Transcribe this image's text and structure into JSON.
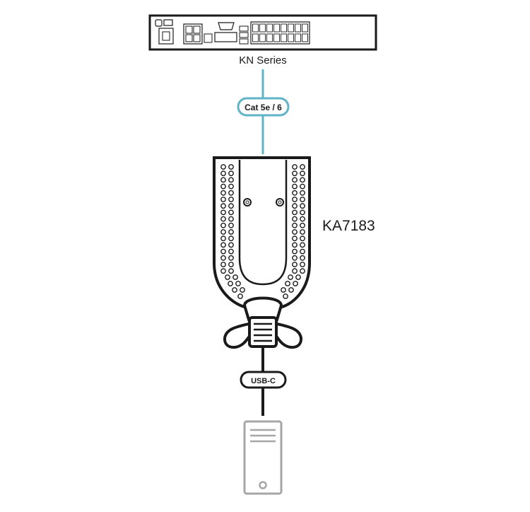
{
  "diagram": {
    "switch_label": "KN Series",
    "cable_top_label": "Cat 5e / 6",
    "adapter_label": "KA7183",
    "cable_bottom_label": "USB-C"
  },
  "colors": {
    "cat_cable": "#5fb4c8",
    "usb_cable": "#1a1a1a",
    "outline": "#1a1a1a",
    "computer": "#a6a6a6"
  },
  "icons": [
    "kvm-switch-icon",
    "adapter-icon",
    "computer-tower-icon"
  ]
}
